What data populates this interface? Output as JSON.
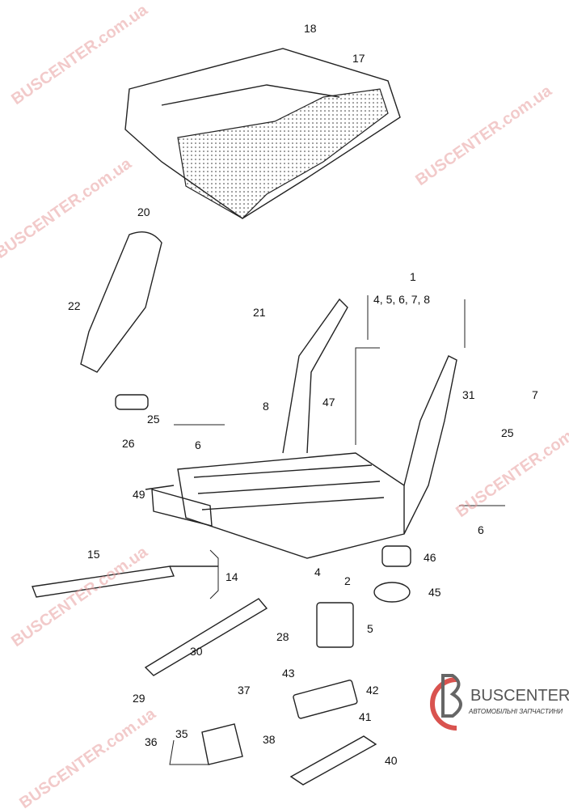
{
  "diagram": {
    "callouts": [
      "18",
      "17",
      "20",
      "22",
      "1",
      "4, 5, 6, 7, 8",
      "21",
      "31",
      "7",
      "47",
      "8",
      "25",
      "26",
      "6",
      "25",
      "6",
      "49",
      "15",
      "14",
      "46",
      "2",
      "4",
      "45",
      "5",
      "30",
      "28",
      "43",
      "42",
      "29",
      "37",
      "41",
      "36",
      "35",
      "38",
      "40"
    ]
  },
  "watermark": "BUSCENTER.com.ua",
  "logo": {
    "brand": "BUSCENTER",
    "tagline": "АВТОМОБІЛЬНІ ЗАПЧАСТИНИ"
  },
  "colors": {
    "watermark": "#e8a0a0",
    "logo_red": "#d9534f",
    "line": "#222222"
  }
}
